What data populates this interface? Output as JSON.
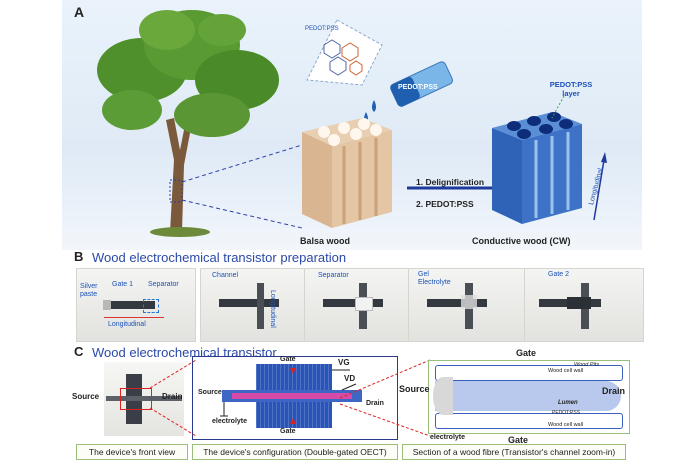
{
  "panel_a": {
    "label": "A",
    "molecule_label": "PEDOT:PSS",
    "beaker_label": "PEDOT:PSS",
    "layer_label": "PEDOT:PSS layer",
    "step1": "1. Delignification",
    "step2": "2. PEDOT:PSS",
    "balsa_label": "Balsa wood",
    "cw_label": "Conductive wood (CW)",
    "axis_label": "Longitudinal"
  },
  "panel_b": {
    "label": "B",
    "title": "Wood electrochemical transistor preparation",
    "photos": [
      {
        "labels": [
          "Silver paste",
          "Gate 1",
          "Separator",
          "Longitudinal"
        ]
      },
      {
        "labels": [
          "Channel",
          "Longitudinal"
        ]
      },
      {
        "labels": [
          "Separator"
        ]
      },
      {
        "labels": [
          "Gel Electrolyte"
        ]
      },
      {
        "labels": [
          "Gate 2"
        ]
      }
    ]
  },
  "panel_c": {
    "label": "C",
    "title": "Wood electrochemical transistor",
    "front": {
      "source": "Source",
      "drain": "Drain",
      "caption": "The device's front view"
    },
    "config": {
      "gate_top": "Gate",
      "gate_bottom": "Gate",
      "vg": "VG",
      "vd": "VD",
      "source": "Source",
      "drain": "Drain",
      "electrolyte": "electrolyte",
      "caption": "The device's configuration (Double-gated OECT)"
    },
    "fibre": {
      "gate_top": "Gate",
      "gate_bottom": "Gate",
      "source": "Source",
      "drain": "Drain",
      "pits": "Wood Pits",
      "wall_top": "Wood cell wall",
      "lumen": "Lumen",
      "pedot": "PEDOT:PSS",
      "wall_bottom": "Wood cell wall",
      "electrolyte": "electrolyte",
      "caption": "Section of a wood fibre (Transistor's channel zoom-in)"
    }
  }
}
